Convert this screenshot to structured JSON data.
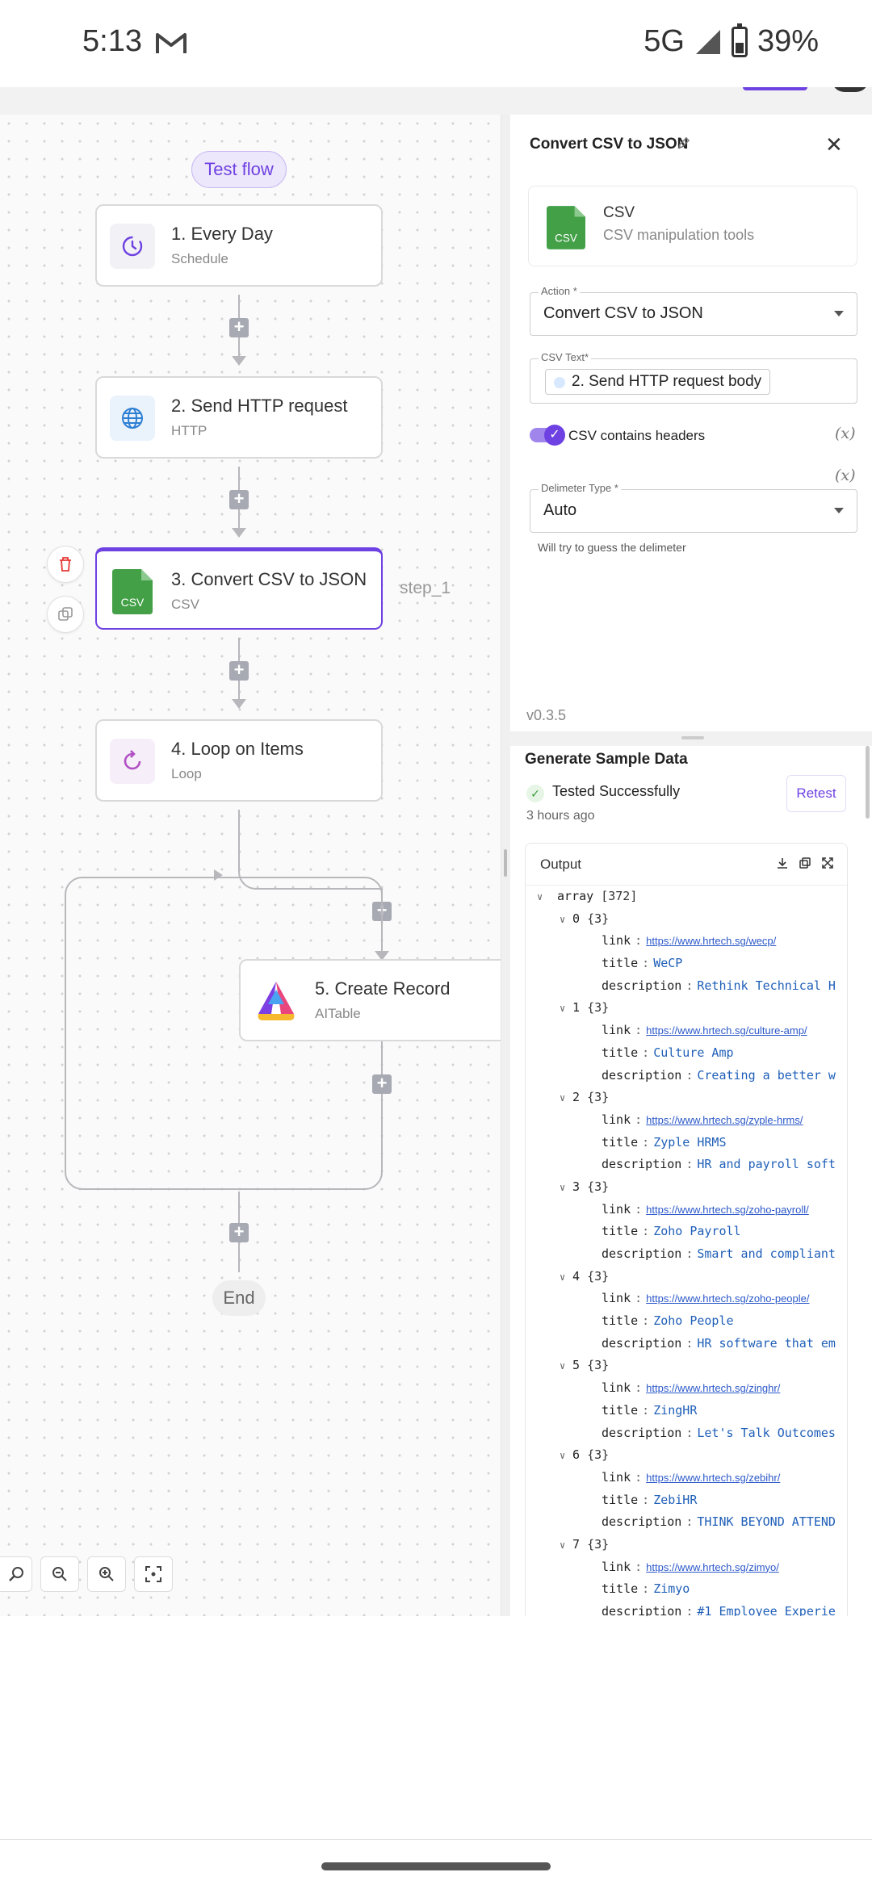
{
  "status_bar": {
    "time": "5:13",
    "network": "5G",
    "battery": "39%"
  },
  "canvas": {
    "test_flow_label": "Test flow",
    "nodes": [
      {
        "title": "1. Every Day",
        "subtitle": "Schedule",
        "icon": "clock-icon"
      },
      {
        "title": "2. Send HTTP request",
        "subtitle": "HTTP",
        "icon": "globe-icon"
      },
      {
        "title": "3. Convert CSV to JSON",
        "subtitle": "CSV",
        "icon": "csv-file-icon"
      },
      {
        "title": "4. Loop on Items",
        "subtitle": "Loop",
        "icon": "loop-icon"
      },
      {
        "title": "5. Create Record",
        "subtitle": "AITable",
        "icon": "aitable-logo-icon"
      }
    ],
    "step_label": "step_1",
    "end_label": "End"
  },
  "panel": {
    "title": "Convert CSV to JSON",
    "piece": {
      "name": "CSV",
      "description": "CSV manipulation tools",
      "icon_text": "CSV"
    },
    "action": {
      "label": "Action *",
      "value": "Convert CSV to JSON"
    },
    "csv_text": {
      "label": "CSV Text*",
      "chip": "2. Send HTTP request body"
    },
    "headers_toggle": {
      "label": "CSV contains headers",
      "checked": true
    },
    "fx_label": "(x)",
    "delimiter": {
      "label": "Delimeter Type *",
      "value": "Auto",
      "hint": "Will try to guess the delimeter"
    },
    "version": "v0.3.5"
  },
  "sample": {
    "title": "Generate Sample Data",
    "status": "Tested Successfully",
    "retest_label": "Retest",
    "time_ago": "3 hours ago",
    "output_label": "Output",
    "array_key": "array",
    "array_count": "[372]",
    "items": [
      {
        "index": "0",
        "count": "{3}",
        "link": "https://www.hrtech.sg/wecp/",
        "title": "WeCP",
        "description": "Rethink Technical H"
      },
      {
        "index": "1",
        "count": "{3}",
        "link": "https://www.hrtech.sg/culture-amp/",
        "title": "Culture Amp",
        "description": "Creating a better w"
      },
      {
        "index": "2",
        "count": "{3}",
        "link": "https://www.hrtech.sg/zyple-hrms/",
        "title": "Zyple HRMS",
        "description": "HR and payroll soft"
      },
      {
        "index": "3",
        "count": "{3}",
        "link": "https://www.hrtech.sg/zoho-payroll/",
        "title": "Zoho Payroll",
        "description": "Smart and compliant"
      },
      {
        "index": "4",
        "count": "{3}",
        "link": "https://www.hrtech.sg/zoho-people/",
        "title": "Zoho People",
        "description": "HR software that em"
      },
      {
        "index": "5",
        "count": "{3}",
        "link": "https://www.hrtech.sg/zinghr/",
        "title": "ZingHR",
        "description": "Let's Talk Outcomes"
      },
      {
        "index": "6",
        "count": "{3}",
        "link": "https://www.hrtech.sg/zebihr/",
        "title": "ZebiHR",
        "description": "THINK BEYOND ATTEND"
      },
      {
        "index": "7",
        "count": "{3}",
        "link": "https://www.hrtech.sg/zimyo/",
        "title": "Zimyo",
        "description": "#1 Employee Experie"
      }
    ],
    "keys": {
      "link": "link",
      "title": "title",
      "description": "description"
    }
  },
  "colors": {
    "accent": "#6e41e2",
    "csv_green": "#43a047",
    "link_blue": "#2b58c9"
  }
}
